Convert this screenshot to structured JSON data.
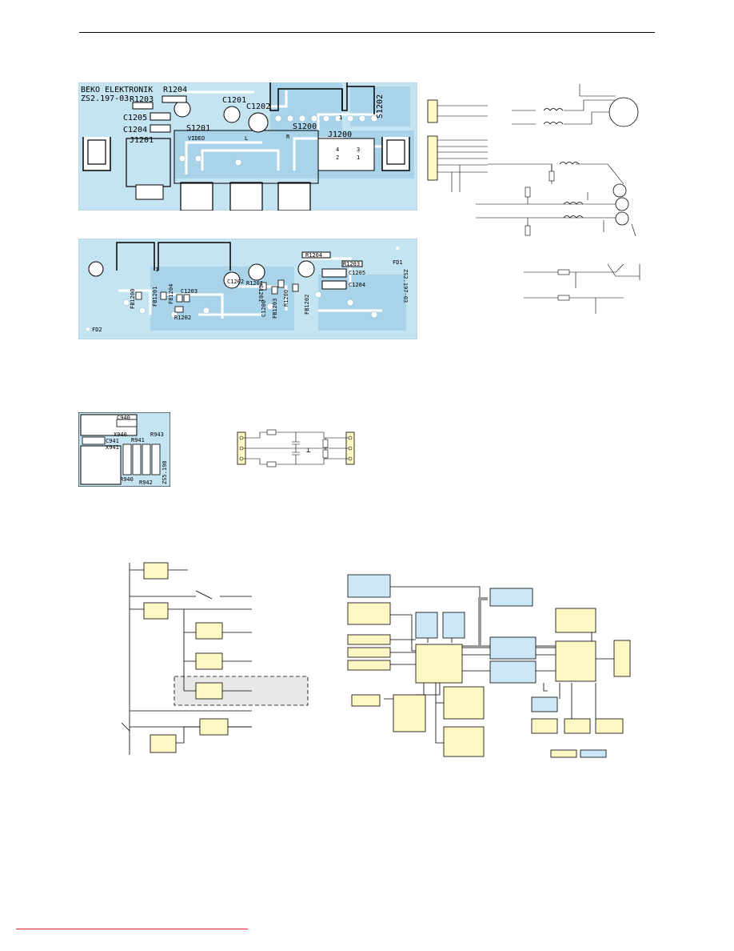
{
  "colors": {
    "pcb_fill": "#c5e4f2",
    "pcb_trace": "#b3dbee",
    "block_yellow": "#fff8c4",
    "block_blue": "#cce8f8",
    "shaded_region": "#e8e8e8",
    "footer_line": "#e8192c"
  },
  "top_board": {
    "brand": "BEKO ELEKTRONIK",
    "board_id": "ZS2.197-03",
    "labels": {
      "r1204": "R1204",
      "r1203": "R1203",
      "c1205": "C1205",
      "c1204": "C1204",
      "c1201": "C1201",
      "c1202": "C1202",
      "j1201": "J1201",
      "s1201": "S1201",
      "video": "VIDEO",
      "l": "L",
      "r": "R",
      "s1200": "S1200",
      "s1202": "S1202",
      "j1200": "J1200",
      "pin1": "1",
      "pin2": "2",
      "pin3": "3",
      "pin4": "4",
      "pin_top1": "1"
    }
  },
  "bottom_board": {
    "labels": {
      "r1204": "R1204",
      "r1203": "R1203",
      "fd1": "FD1",
      "fd2": "FD2",
      "c1205": "C1205",
      "c1204": "C1204",
      "fb1200": "FB1200",
      "fb1201": "FB1201",
      "fb1204": "FB1204",
      "c1203": "C1203",
      "r1202": "R1202",
      "c1202": "C1202",
      "r1201": "R1201",
      "c1201": "C1201",
      "c1200": "C1200",
      "fb1203": "FB1203",
      "r1200": "R1200",
      "fb1202": "FB1202",
      "pin1": "1",
      "rotated_id": "ZS2.197-03"
    }
  },
  "small_board": {
    "labels": {
      "c940": "C940",
      "x940": "X940",
      "c941": "C941",
      "x941": "X941",
      "r941": "R941",
      "r943": "R943",
      "r940": "R940",
      "r942": "R942",
      "board_id": "ZS5.198"
    }
  },
  "filter_schematic": {
    "ground_symbol": "⊥"
  }
}
